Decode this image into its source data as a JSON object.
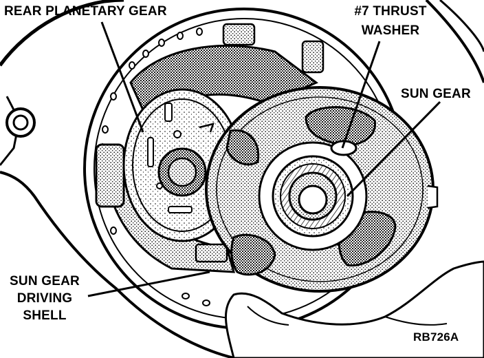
{
  "labels": {
    "rear_planetary_gear": "REAR PLANETARY GEAR",
    "thrust_washer_line1": "#7 THRUST",
    "thrust_washer_line2": "WASHER",
    "sun_gear": "SUN GEAR",
    "driving_shell_line1": "SUN GEAR",
    "driving_shell_line2": "DRIVING",
    "driving_shell_line3": "SHELL",
    "figure_code": "RB726A"
  },
  "colors": {
    "ink": "#000000",
    "paper": "#ffffff",
    "shade": "#9a9a9a"
  }
}
